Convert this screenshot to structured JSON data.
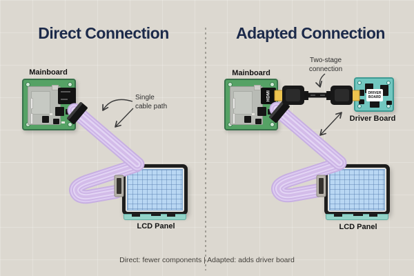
{
  "left_panel": {
    "title": "Direct Connection",
    "mainboard_label": "Mainboard",
    "annotation": "Single cable path",
    "lcd_label": "LCD Panel"
  },
  "right_panel": {
    "title": "Adapted Connection",
    "mainboard_label": "Mainboard",
    "hdmi_port_text": "HDMI",
    "annotation": "Two-stage connection",
    "driver_board_chip_text": "DRIVER BOARD",
    "driver_board_label": "Driver Board",
    "lcd_label": "LCD Panel"
  },
  "footer": {
    "caption": "Direct: fewer components | Adapted: adds driver board"
  },
  "colors": {
    "background": "#dcd8d0",
    "title_navy": "#1c2a4a",
    "pcb_green": "#55a265",
    "driver_teal": "#72c7c0",
    "ribbon_lavender": "#d7c3eb",
    "lcd_screen_blue": "#b9d7f3",
    "lcd_strip_teal": "#93d4c9",
    "hdmi_connector_yellow": "#eec44f",
    "arrow_gray": "#3a3a3a"
  }
}
